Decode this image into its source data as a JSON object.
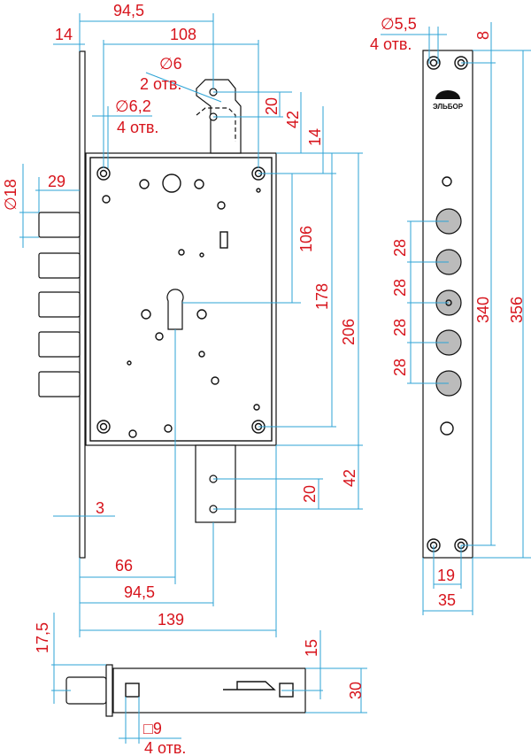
{
  "drawing": {
    "brand_logo": "ЭЛЬБОР",
    "colors": {
      "dimension_text": "#d7141c",
      "dimension_lines": "#2ea3d5",
      "outline": "#111111"
    },
    "front_view": {
      "dim_94_5_top": "94,5",
      "dim_14_top": "14",
      "dim_108": "108",
      "hole_tab_diameter": "∅6",
      "hole_tab_count": "2 отв.",
      "hole_face_diameter": "∅6,2",
      "hole_face_count": "4 отв.",
      "dim_20_top": "20",
      "dim_42_top": "42",
      "dim_14_right": "14",
      "bolt_diameter": "∅18",
      "dim_29": "29",
      "dim_106": "106",
      "dim_178": "178",
      "dim_206": "206",
      "dim_20_bottom": "20",
      "dim_42_bottom": "42",
      "dim_3": "3",
      "dim_66": "66",
      "dim_94_5_bottom": "94,5",
      "dim_139": "139"
    },
    "strike_plate": {
      "hole_diameter": "∅5,5",
      "hole_count": "4 отв.",
      "dim_8": "8",
      "pitch_labels": [
        "28",
        "28",
        "28",
        "28"
      ],
      "dim_340": "340",
      "dim_356": "356",
      "dim_19": "19",
      "dim_35": "35"
    },
    "bottom_view": {
      "dim_17_5": "17,5",
      "dim_15": "15",
      "dim_30": "30",
      "square_hole": "□9",
      "square_hole_count": "4 отв."
    }
  }
}
